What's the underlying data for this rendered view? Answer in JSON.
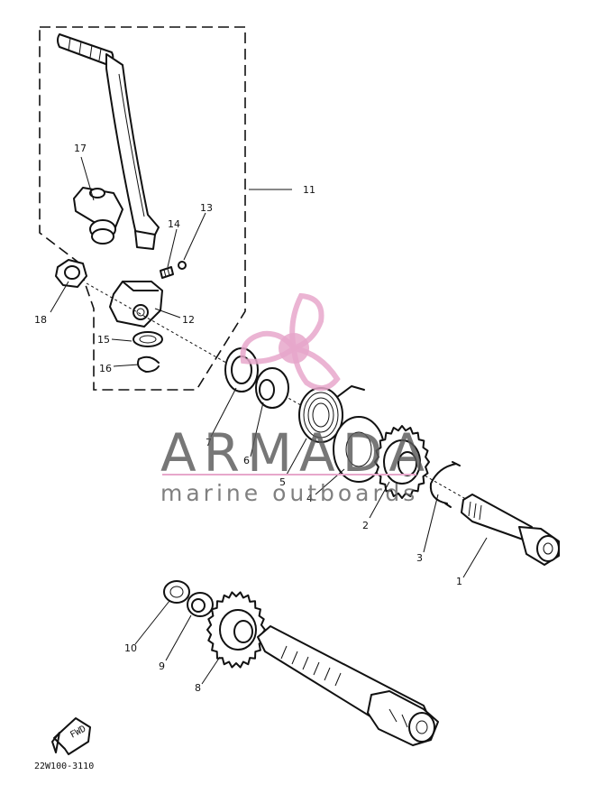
{
  "diagram": {
    "callouts": [
      "1",
      "2",
      "3",
      "4",
      "5",
      "6",
      "7",
      "8",
      "9",
      "10",
      "11",
      "12",
      "13",
      "14",
      "15",
      "16",
      "17",
      "18"
    ],
    "drawing_code": "22W100-3110",
    "fwd_label": "FWD"
  },
  "watermark": {
    "title": "ARMADA",
    "subtitle": "marine outboards",
    "accent_color": "#e7a7cb",
    "text_color": "#5a5a5a"
  }
}
